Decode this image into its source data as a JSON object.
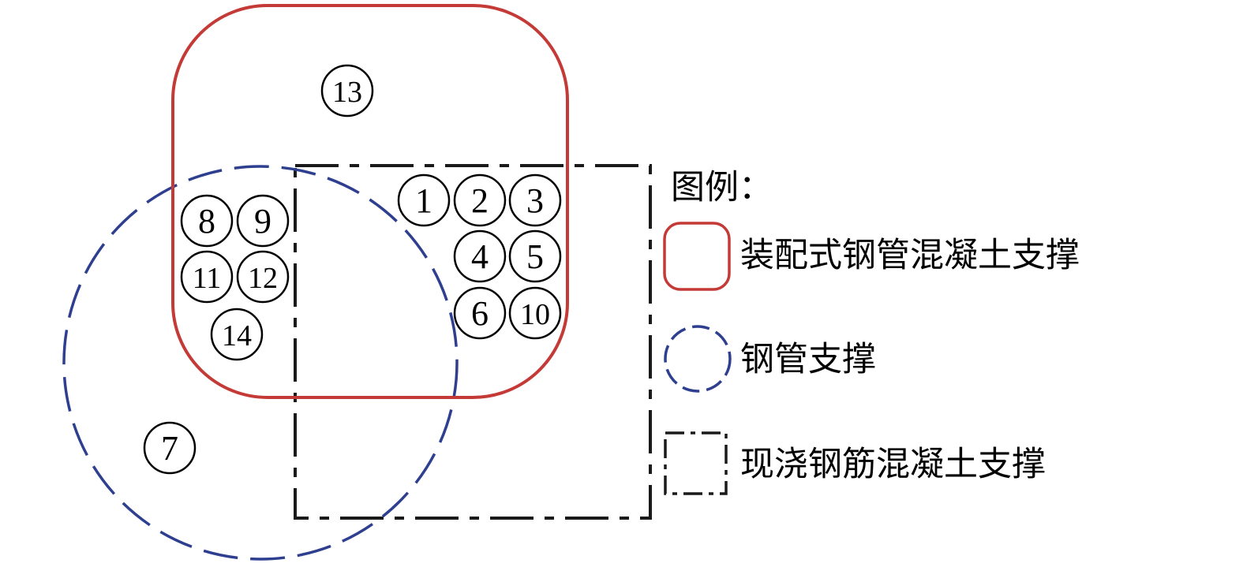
{
  "colors": {
    "prefab_steel_tube_concrete": "#c43a37",
    "steel_tube": "#2f3f8f",
    "cast_in_place_rc": "#1a1a1a"
  },
  "legend": {
    "title": "图例：",
    "items": [
      {
        "key": "prefab",
        "label": "装配式钢管混凝土支撑"
      },
      {
        "key": "steel",
        "label": "钢管支撑"
      },
      {
        "key": "castinplace",
        "label": "现浇钢筋混凝土支撑"
      }
    ]
  },
  "markers": [
    {
      "id": "marker-13",
      "label": "13"
    },
    {
      "id": "marker-1",
      "label": "1"
    },
    {
      "id": "marker-2",
      "label": "2"
    },
    {
      "id": "marker-3",
      "label": "3"
    },
    {
      "id": "marker-4",
      "label": "4"
    },
    {
      "id": "marker-5",
      "label": "5"
    },
    {
      "id": "marker-6",
      "label": "6"
    },
    {
      "id": "marker-10",
      "label": "10"
    },
    {
      "id": "marker-8",
      "label": "8"
    },
    {
      "id": "marker-9",
      "label": "9"
    },
    {
      "id": "marker-11",
      "label": "11"
    },
    {
      "id": "marker-12",
      "label": "12"
    },
    {
      "id": "marker-14",
      "label": "14"
    },
    {
      "id": "marker-7",
      "label": "7"
    }
  ]
}
